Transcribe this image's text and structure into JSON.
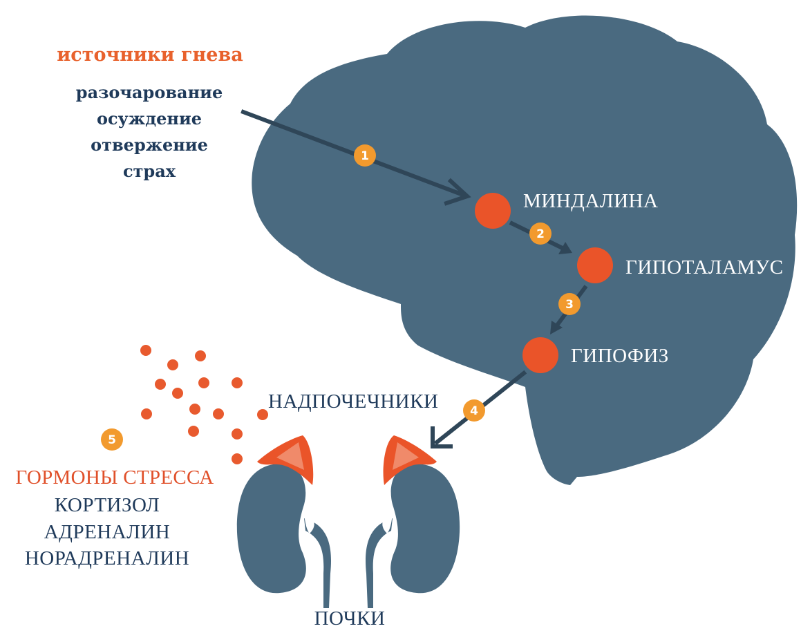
{
  "colors": {
    "brain": "#4a6a80",
    "kidney": "#4a6a80",
    "node": "#ea5429",
    "badge": "#f29a2e",
    "arrow": "#2f4658",
    "title_orange": "#e8612c",
    "navy_text": "#1f3a5a",
    "hormone_dot": "#e85a2e"
  },
  "anger_sources": {
    "title": "источники гнева",
    "items": [
      "разочарование",
      "осуждение",
      "отвержение",
      "страх"
    ]
  },
  "nodes": {
    "amygdala": "МИНДАЛИНА",
    "hypothalamus": "ГИПОТАЛАМУС",
    "pituitary": "ГИПОФИЗ"
  },
  "steps": [
    "1",
    "2",
    "3",
    "4",
    "5"
  ],
  "adrenals_label": "НАДПОЧЕЧНИКИ",
  "kidneys_label": "ПОЧКИ",
  "hormones": {
    "title": "ГОРМОНЫ СТРЕССА",
    "items": [
      "КОРТИЗОЛ",
      "АДРЕНАЛИН",
      "НОРАДРЕНАЛИН"
    ]
  }
}
